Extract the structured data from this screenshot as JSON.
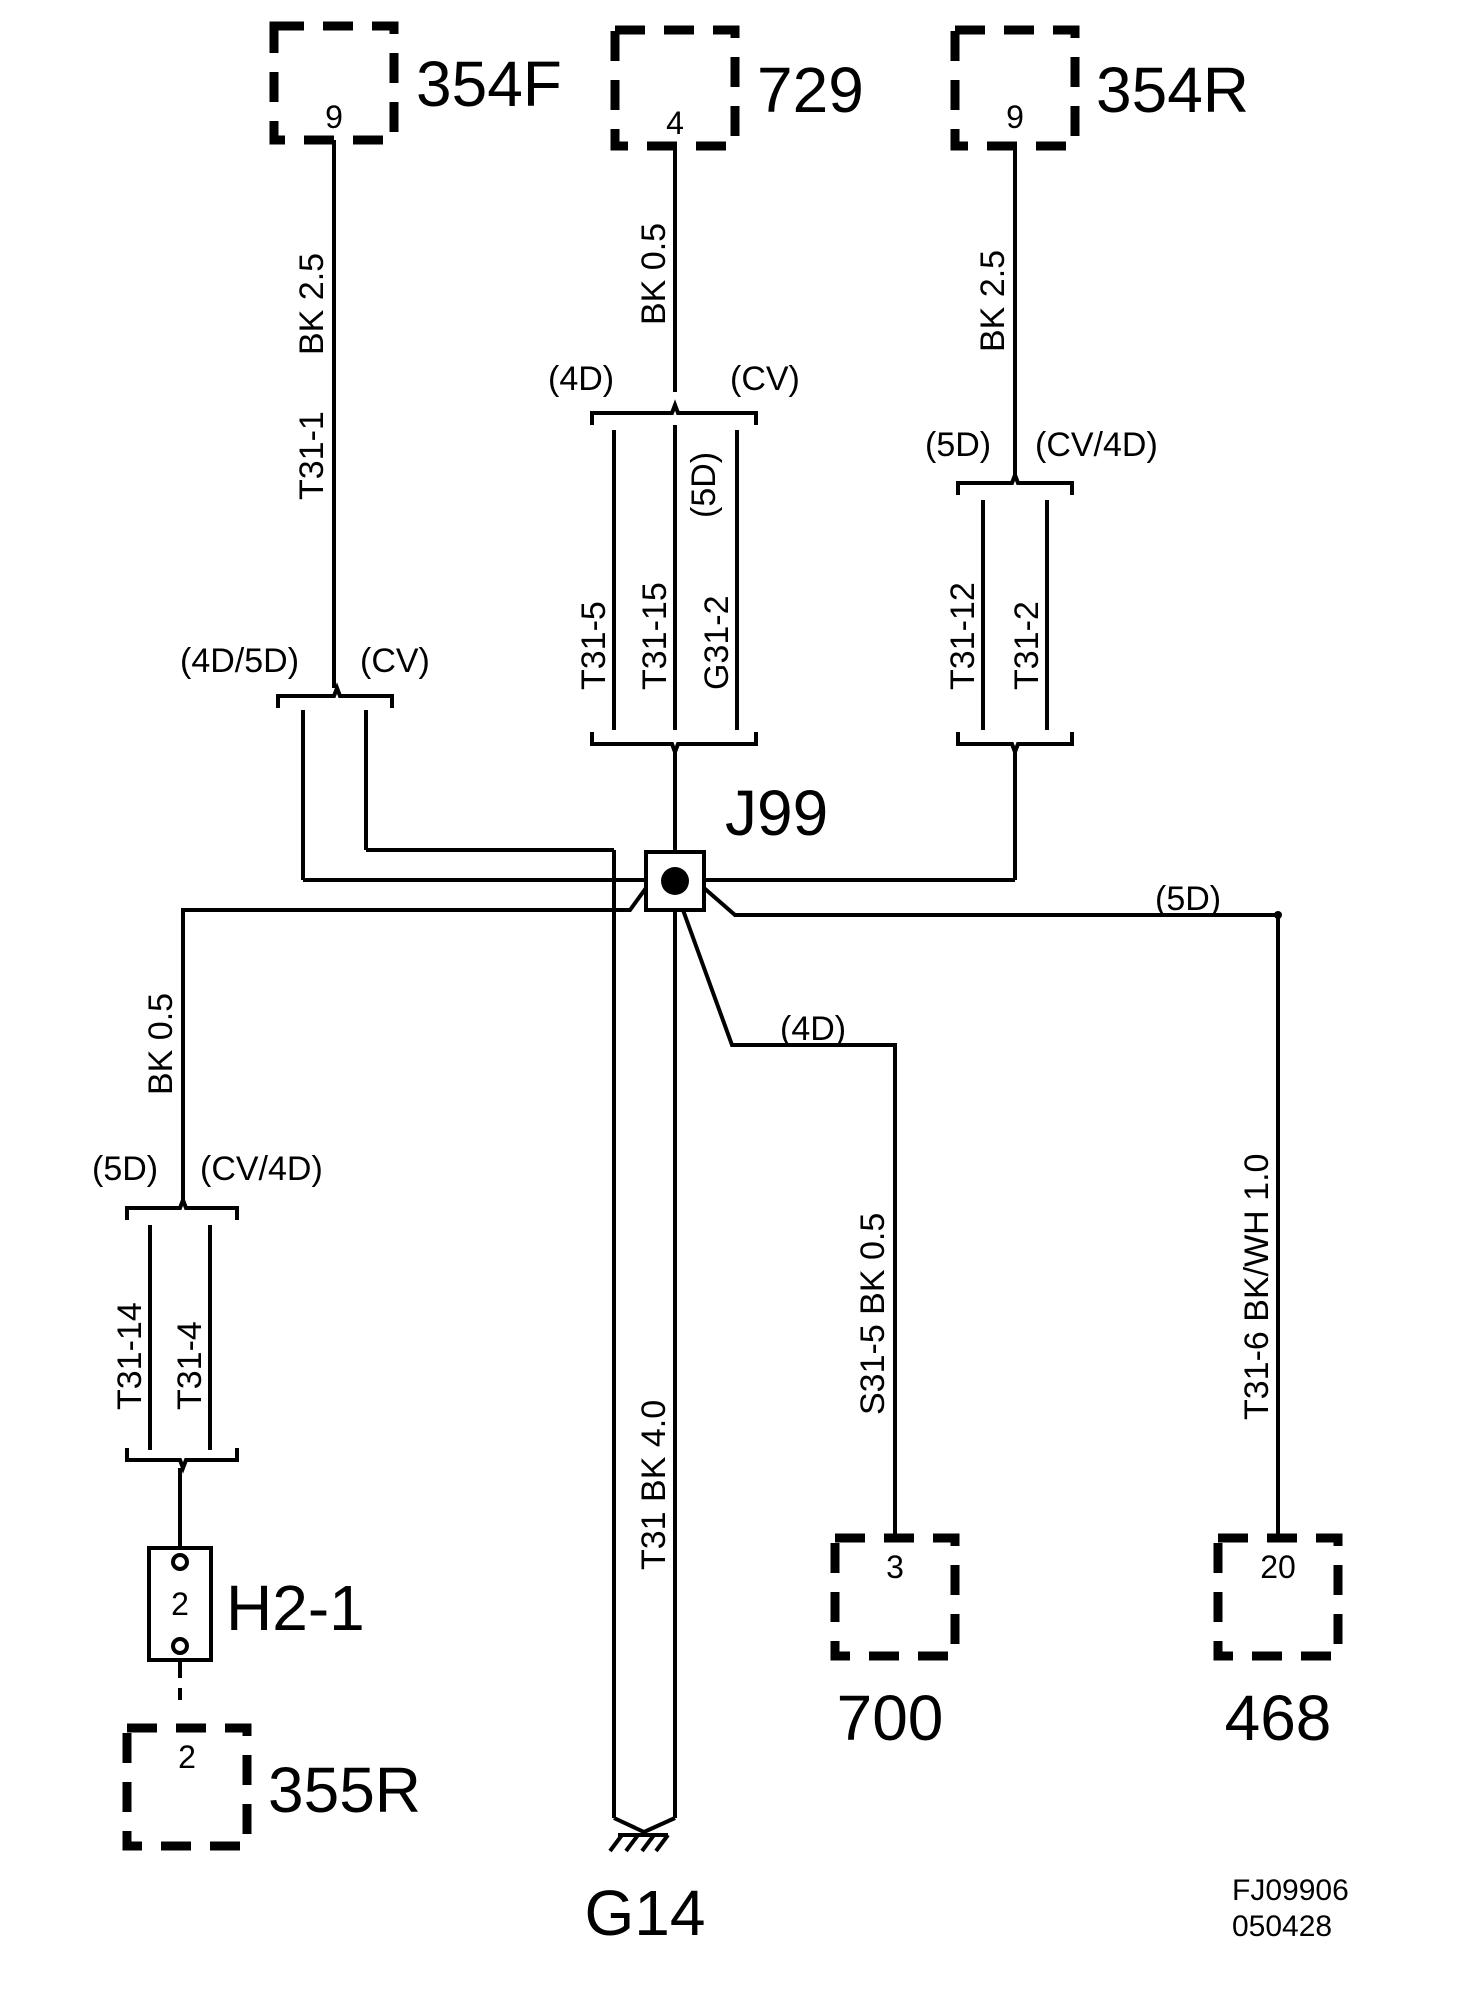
{
  "components": {
    "c354F": {
      "name": "354F",
      "pin": "9"
    },
    "c729": {
      "name": "729",
      "pin": "4"
    },
    "c354R": {
      "name": "354R",
      "pin": "9"
    },
    "c700": {
      "name": "700",
      "pin": "3"
    },
    "c468": {
      "name": "468",
      "pin": "20"
    },
    "c355R": {
      "name": "355R",
      "pin": "2"
    },
    "h21": {
      "name": "H2-1",
      "pin": "2"
    },
    "j99": {
      "name": "J99"
    },
    "g14": {
      "name": "G14"
    }
  },
  "wires": {
    "w354F_color_size": "BK  2.5",
    "w354F_circuit": "T31-1",
    "w354F_brace_left": "(4D/5D)",
    "w354F_brace_right": "(CV)",
    "w729_color_size": "BK  0.5",
    "w729_brace_left": "(4D)",
    "w729_brace_right": "(CV)",
    "w729_branch_a": "T31-5",
    "w729_branch_b": "T31-15",
    "w729_branch_c": "G31-2",
    "w729_branch_c_variant": "(5D)",
    "w354R_color_size": "BK  2.5",
    "w354R_brace_left": "(5D)",
    "w354R_brace_right": "(CV/4D)",
    "w354R_branch_a": "T31-12",
    "w354R_branch_b": "T31-2",
    "wH21_color_size": "BK  0.5",
    "wH21_brace_left": "(5D)",
    "wH21_brace_right": "(CV/4D)",
    "wH21_branch_a": "T31-14",
    "wH21_branch_b": "T31-4",
    "wG14_label": "T31  BK  4.0",
    "w700_variant": "(4D)",
    "w700_label": "S31-5  BK  0.5",
    "w468_variant": "(5D)",
    "w468_label": "T31-6   BK/WH   1.0"
  },
  "footer": {
    "ref_code": "FJ09906",
    "date_code": "050428"
  }
}
